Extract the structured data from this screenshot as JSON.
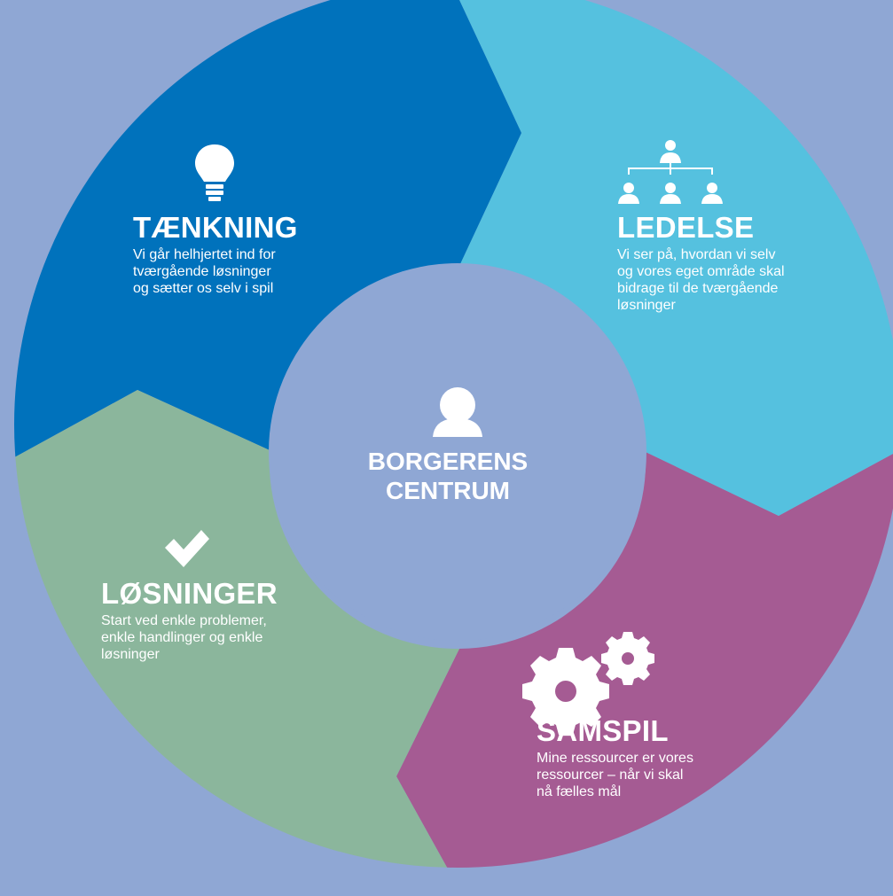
{
  "colors": {
    "background": "#8fa7d4",
    "taenkning": "#0072bc",
    "ledelse": "#55c1df",
    "samspil": "#a55b93",
    "losninger": "#8bb69c",
    "center": "#8fa7d4",
    "text": "#ffffff"
  },
  "center": {
    "icon": "person-icon",
    "line1": "BORGERENS",
    "line2": "CENTRUM"
  },
  "segments": {
    "taenkning": {
      "icon": "lightbulb-icon",
      "title": "TÆNKNING",
      "lines": [
        "Vi går helhjertet ind for",
        "tværgående løsninger",
        "og sætter os selv i spil"
      ]
    },
    "ledelse": {
      "icon": "org-chart-icon",
      "title": "LEDELSE",
      "lines": [
        "Vi ser på, hvordan vi selv",
        "og vores eget område skal",
        "bidrage til de tværgående",
        "løsninger"
      ]
    },
    "samspil": {
      "icon": "gears-icon",
      "title": "SAMSPIL",
      "lines": [
        "Mine ressourcer er vores",
        "ressourcer – når vi skal",
        "nå fælles mål"
      ]
    },
    "losninger": {
      "icon": "checkmark-icon",
      "title": "LØSNINGER",
      "lines": [
        "Start ved enkle problemer,",
        "enkle handlinger og enkle",
        "løsninger"
      ]
    }
  }
}
